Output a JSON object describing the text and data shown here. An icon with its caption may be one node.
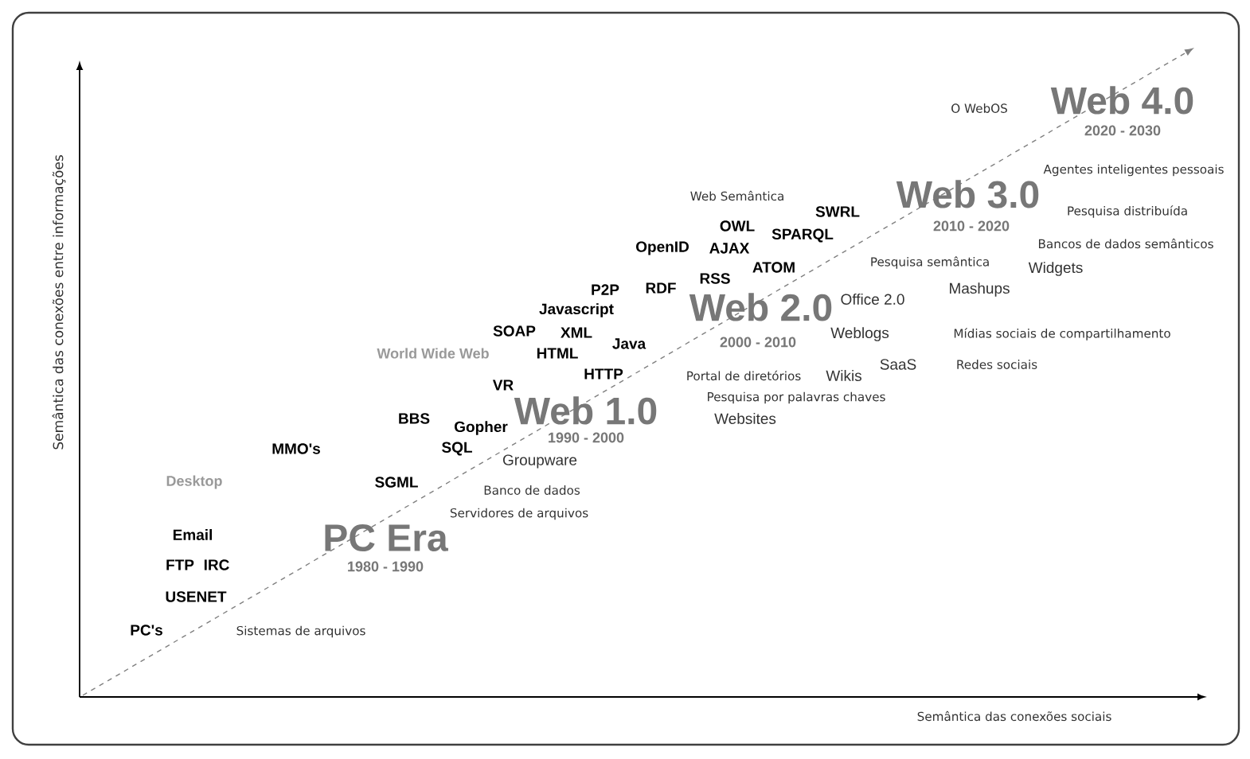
{
  "diagram": {
    "labels": [
      "O WebOS",
      "Web 4.0",
      "2020 - 2030",
      "Agentes inteligentes pessoais",
      "Web Semântica",
      "Web 3.0",
      "SWRL",
      "Pesquisa distribuída",
      "OWL",
      "2010 - 2020",
      "SPARQL",
      "OpenID",
      "AJAX",
      "Bancos de dados semânticos",
      "ATOM",
      "Pesquisa semântica",
      "Widgets",
      "RSS",
      "P2P",
      "RDF",
      "Mashups",
      "Javascript",
      "Web 2.0",
      "Office 2.0",
      "SOAP",
      "XML",
      "Weblogs",
      "Mídias sociais de compartilhamento",
      "World Wide Web",
      "HTML",
      "Java",
      "2000 - 2010",
      "HTTP",
      "Portal de diretórios",
      "Wikis",
      "SaaS",
      "Redes sociais",
      "VR",
      "Pesquisa por palavras chaves",
      "BBS",
      "Gopher",
      "Web 1.0",
      "Websites",
      "1990 - 2000",
      "MMO's",
      "SQL",
      "Desktop",
      "Groupware",
      "SGML",
      "Banco de dados",
      "Servidores de arquivos",
      "Email",
      "PC Era",
      "FTP",
      "IRC",
      "1980 - 1990",
      "USENET",
      "PC's",
      "Sistemas de arquivos",
      "Semântica das conexões entre informações",
      "Semântica das conexões sociais"
    ]
  }
}
